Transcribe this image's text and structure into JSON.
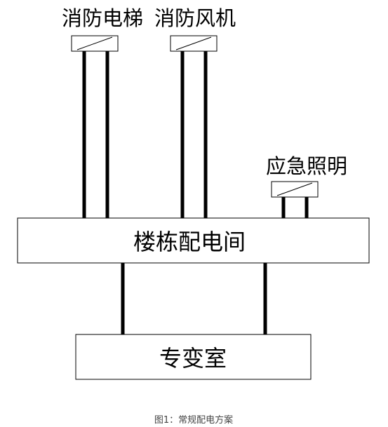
{
  "loads": {
    "fire_elevator": "消防电梯",
    "fire_fan": "消防风机",
    "emergency_lighting": "应急照明"
  },
  "boxes": {
    "building_distribution_room": "楼栋配电间",
    "substation": "专变室"
  },
  "caption": "图1：常规配电方案",
  "colors": {
    "line": "#000000",
    "background": "#ffffff",
    "caption": "#444444"
  }
}
